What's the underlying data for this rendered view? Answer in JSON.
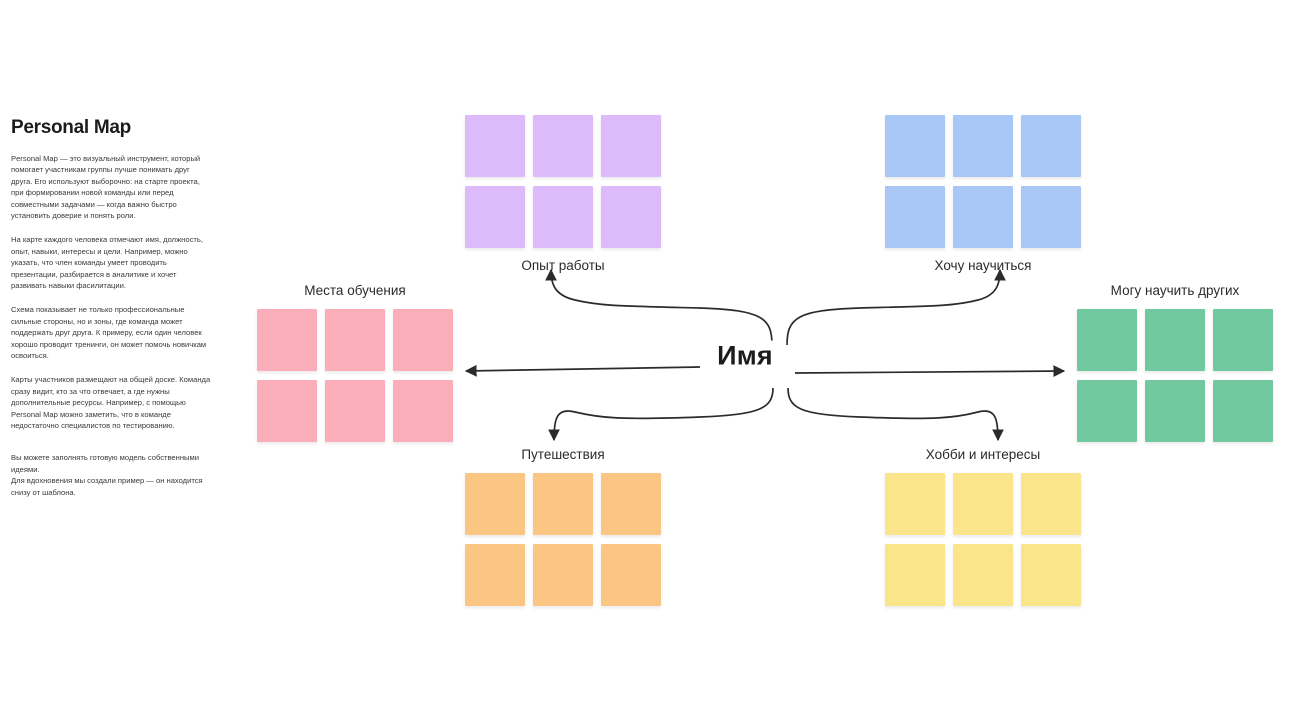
{
  "info": {
    "title": "Personal Map",
    "paragraphs": [
      "Personal Map — это визуальный инструмент, который помогает участникам группы лучше понимать друг друга. Его используют выборочно: на старте проекта, при формировании новой команды или перед совместными задачами — когда важно быстро установить доверие и понять роли.",
      "На карте каждого человека отмечают имя, должность, опыт, навыки, интересы и цели. Например, можно указать, что член команды умеет проводить презентации, разбирается в аналитике и хочет развивать навыки фасилитации.",
      "Схема показывает не только профессиональные сильные стороны, но и зоны, где команда может поддержать друг друга. К примеру, если один человек хорошо проводит тренинги, он может помочь новичкам освоиться.",
      "Карты участников размещают на общей доске. Команда сразу видит, кто за что отвечает, а где нужны дополнительные ресурсы. Например, с помощью Personal Map можно заметить, что в команде недостаточно специалистов по тестированию."
    ],
    "outro": [
      "Вы можете заполнять готовую модель собственными идеями.",
      "Для вдохновения мы создали пример — он находится снизу от шаблона."
    ]
  },
  "map": {
    "center_label": "Имя",
    "clusters": [
      {
        "id": "experience",
        "label": "Опыт работы",
        "color": "#DDBAF9",
        "note_count": 6,
        "label_position": "bottom",
        "connector": "curved-up-left"
      },
      {
        "id": "want-learn",
        "label": "Хочу научиться",
        "color": "#A8C7F7",
        "note_count": 6,
        "label_position": "bottom",
        "connector": "curved-up-right"
      },
      {
        "id": "study-places",
        "label": "Места обучения",
        "color": "#FBAEBA",
        "note_count": 6,
        "label_position": "top",
        "connector": "straight-left"
      },
      {
        "id": "can-teach",
        "label": "Могу научить других",
        "color": "#72C9A0",
        "note_count": 6,
        "label_position": "top",
        "connector": "straight-right"
      },
      {
        "id": "travels",
        "label": "Путешествия",
        "color": "#FBC683",
        "note_count": 6,
        "label_position": "top",
        "connector": "curved-down-left"
      },
      {
        "id": "hobbies",
        "label": "Хобби и интересы",
        "color": "#FAE58B",
        "note_count": 6,
        "label_position": "top",
        "connector": "curved-down-right"
      }
    ],
    "connector_color": "#2b2b2b"
  }
}
